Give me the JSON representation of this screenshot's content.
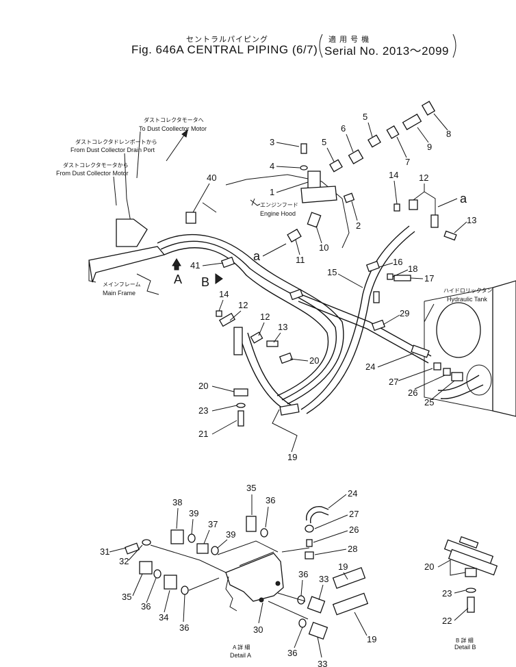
{
  "title": {
    "jp": "セントラルパイピング",
    "en": "Fig. 646A CENTRAL PIPING (6/7)",
    "serial_jp": "適 用 号 機",
    "serial_en": "Serial No. 2013～2099"
  },
  "callouts": [
    {
      "jp": "ダストコレクタモータへ",
      "en": "To Dust Coollector Motor"
    },
    {
      "jp": "ダストコレクタドレンポートから",
      "en": "From Dust Collector Drain Port"
    },
    {
      "jp": "ダストコレクタモータから",
      "en": "From Dust Collector Motor"
    },
    {
      "jp": "エンジンフード",
      "en": "Engine Hood"
    },
    {
      "jp": "メインフレーム",
      "en": "Main Frame"
    },
    {
      "jp": "ハイドロリックタンク",
      "en": "Hydraulic Tank"
    }
  ],
  "view_markers": {
    "A": "A",
    "B": "B",
    "a1": "a",
    "a2": "a"
  },
  "details": {
    "A": {
      "jp": "A 詳 細",
      "en": "Detail A"
    },
    "B": {
      "jp": "B 詳 細",
      "en": "Detail B"
    }
  },
  "part_numbers": {
    "p1": "1",
    "p2": "2",
    "p3": "3",
    "p4": "4",
    "p5a": "5",
    "p5b": "5",
    "p6": "6",
    "p7": "7",
    "p8": "8",
    "p9": "9",
    "p10": "10",
    "p11": "11",
    "p12a": "12",
    "p12b": "12",
    "p12c": "12",
    "p13a": "13",
    "p13b": "13",
    "p14a": "14",
    "p14b": "14",
    "p15": "15",
    "p16": "16",
    "p17": "17",
    "p18": "18",
    "p19a": "19",
    "p20a": "20",
    "p20b": "20",
    "p21": "21",
    "p23a": "23",
    "p24a": "24",
    "p25": "25",
    "p26a": "26",
    "p27a": "27",
    "p29": "29",
    "p40": "40",
    "p41": "41",
    "d_p35a": "35",
    "d_p36a": "36",
    "d_p24": "24",
    "d_p38": "38",
    "d_p39a": "39",
    "d_p37": "37",
    "d_p27": "27",
    "d_p39b": "39",
    "d_p26": "26",
    "d_p31": "31",
    "d_p32": "32",
    "d_p28": "28",
    "d_p19a": "19",
    "d_p36b": "36",
    "d_p33a": "33",
    "d_p35b": "35",
    "d_p36c": "36",
    "d_p34": "34",
    "d_p36d": "36",
    "d_p30": "30",
    "d_p19b": "19",
    "d_p36e": "36",
    "d_p33b": "33",
    "b_p20": "20",
    "b_p23": "23",
    "b_p22": "22"
  }
}
